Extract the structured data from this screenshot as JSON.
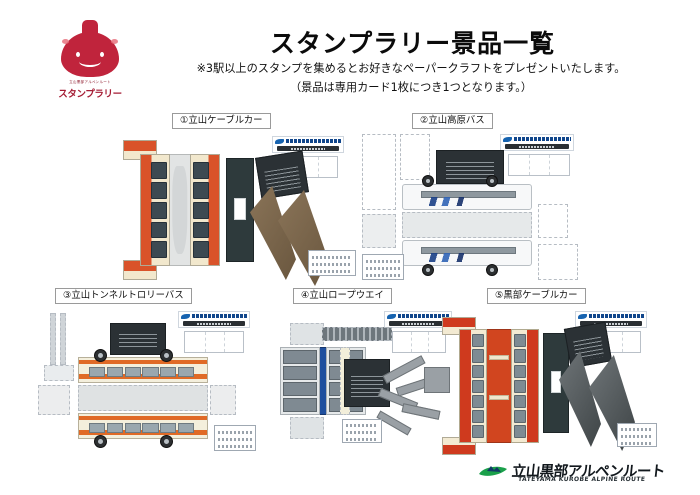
{
  "header": {
    "title": "スタンプラリー景品一覧",
    "subtitle1": "※3駅以上のスタンプを集めるとお好きなペーパークラフトをプレゼントいたします。",
    "subtitle2": "（景品は専用カード1枚につき1つとなります。）",
    "logo": {
      "small_text": "立山黒部アルペンルート",
      "main_text": "スタンプラリー",
      "color": "#c0243c"
    }
  },
  "sections": [
    {
      "label": "①立山ケーブルカー",
      "craft": "cable-car"
    },
    {
      "label": "②立山高原バス",
      "craft": "highland-bus"
    },
    {
      "label": "③立山トンネルトロリーバス",
      "craft": "trolley-bus"
    },
    {
      "label": "④立山ロープウエイ",
      "craft": "ropeway"
    },
    {
      "label": "⑤黒部ケーブルカー",
      "craft": "kurobe-cable-car"
    }
  ],
  "footer": {
    "logo_jp": "立山黒部アルペンルート",
    "logo_en": "TATEYAMA KUROBE ALPINE ROUTE",
    "swoosh_color": "#1aa04a"
  },
  "colors": {
    "background": "#ffffff",
    "title": "#0b0b0b",
    "label_border": "#9a9a9a",
    "alpine_blue": "#1663b0",
    "cable_orange": "#d9532a",
    "kurobe_red": "#cf3a1e",
    "ropeway_blue": "#1f4f9e",
    "trolley_cream": "#f4efdc"
  }
}
